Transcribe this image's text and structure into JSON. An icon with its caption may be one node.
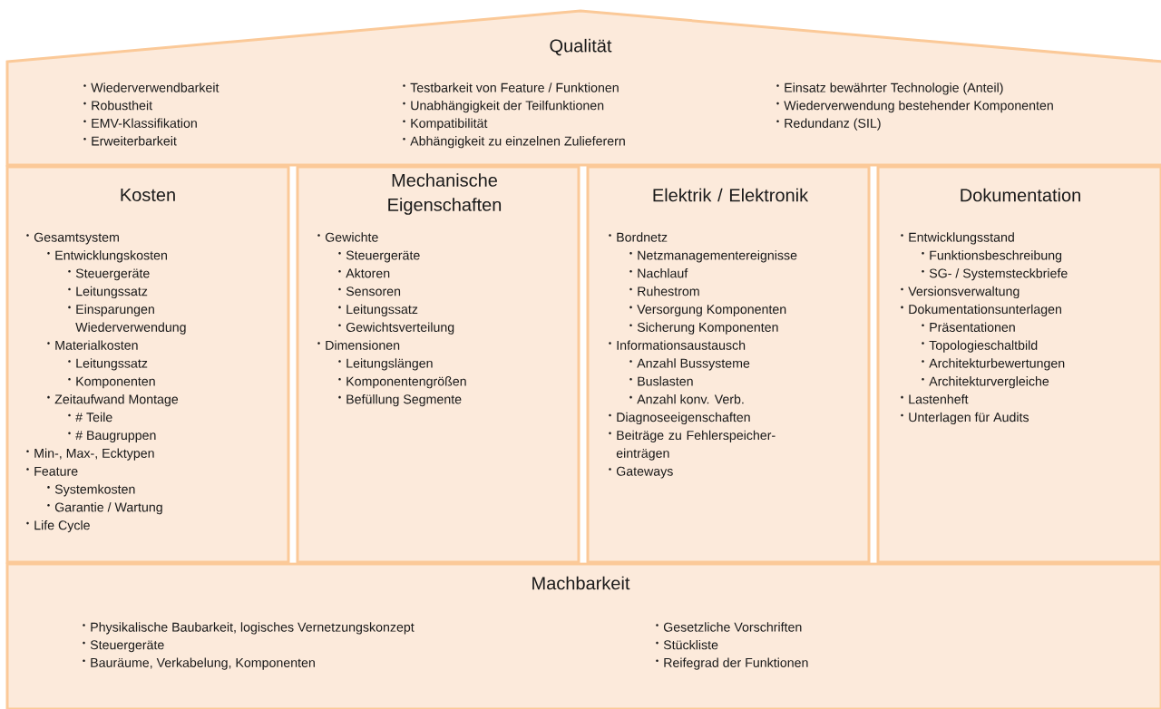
{
  "diagram": {
    "nodes": [
      {
        "text": [
          "Qualität",
          "Wiederverwendbarkeit",
          "Robustheit",
          "EMV-Klassifikation",
          "Erweiterbarkeit",
          "Testbarkeit von Feature / Funktionen",
          "Unabhängigkeit der Teilfunktionen",
          "Kompatibilität",
          "Abhängigkeit zu einzelnen Zulieferern",
          "Einsatz bewährter Technologie (Anteil)",
          "Wiederverwendung bestehender Komponenten",
          "Redundanz (SIL)"
        ]
      },
      {
        "text": [
          "Kosten",
          "Gesamtsystem",
          "Entwicklungskosten",
          "Steuergeräte",
          "Leitungssatz",
          "Einsparungen Wiederverwendung",
          "Materialkosten",
          "Leitungssatz",
          "Komponenten",
          "Zeitaufwand Montage",
          "# Teile",
          "# Baugruppen",
          "Min-, Max-, Ecktypen",
          "Feature",
          "Systemkosten",
          "Garantie / Wartung",
          "Life Cycle"
        ]
      },
      {
        "text": [
          "Mechanische Eigenschaften",
          "Gewichte",
          "Steuergeräte",
          "Aktoren",
          "Sensoren",
          "Leitungssatz",
          "Gewichtsverteilung",
          "Dimensionen",
          "Leitungslängen",
          "Komponentengrößen",
          "Befüllung Segmente"
        ]
      },
      {
        "text": [
          "Elektrik / Elektronik",
          "Bordnetz",
          "Netzmanagementereignisse",
          "Nachlauf",
          "Ruhestrom",
          "Versorgung Komponenten",
          "Sicherung Komponenten",
          "Informationsaustausch",
          "Anzahl Bussysteme",
          "Buslasten",
          "Anzahl konv. Verb.",
          "Diagnoseeigenschaften",
          "Beiträge zu Fehlerspeicher- einträgen",
          "Gateways"
        ]
      },
      {
        "text": [
          "Dokumentation",
          "Entwicklungsstand",
          "Funktionsbeschreibung",
          "SG- / Systemsteckbriefe",
          "Versionsverwaltung",
          "Dokumentationsunterlagen",
          "Präsentationen",
          "Topologieschaltbild",
          "Architekturbewertungen",
          "Architekturvergleiche",
          "Lastenheft",
          "Unterlagen für Audits"
        ]
      },
      {
        "text": [
          "Machbarkeit",
          "Physikalische Baubarkeit, logisches Vernetzungskonzept",
          "Steuergeräte",
          "Bauräume, Verkabelung, Komponenten",
          "Gesetzliche Vorschriften",
          "Stückliste",
          "Reifegrad der Funktionen"
        ]
      }
    ]
  }
}
